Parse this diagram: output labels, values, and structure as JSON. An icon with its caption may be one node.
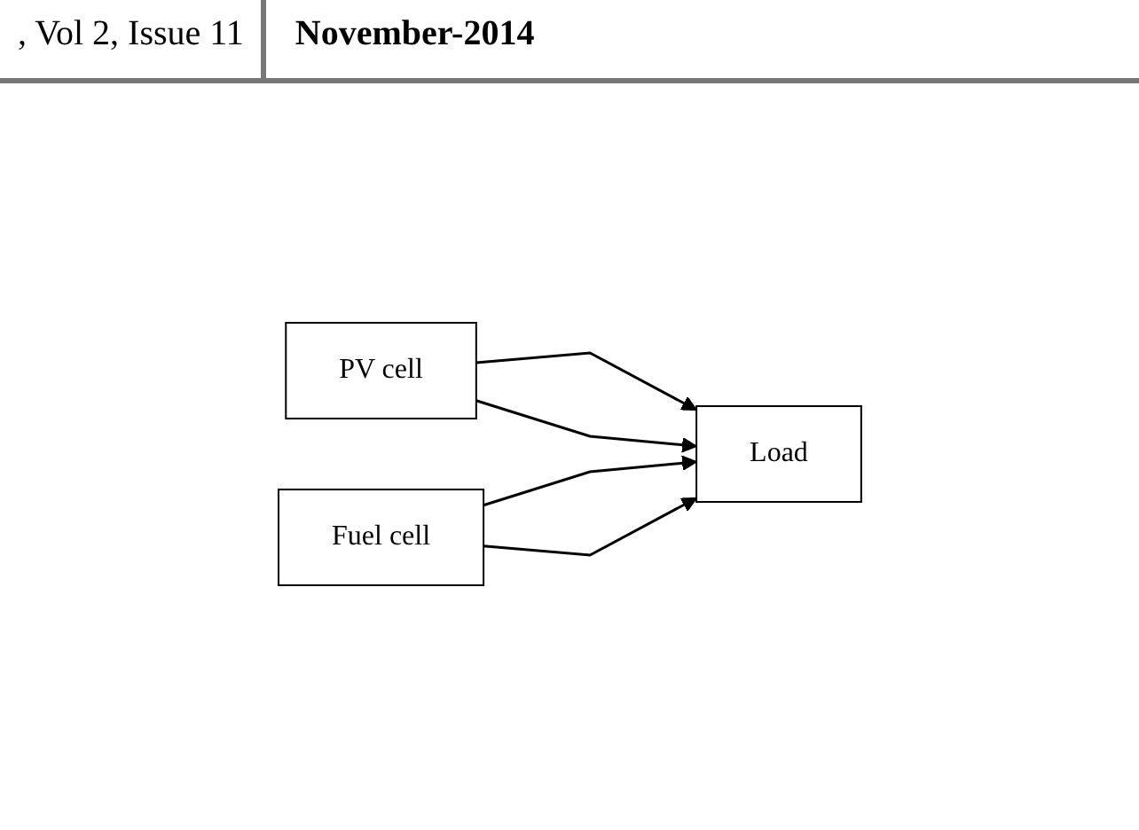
{
  "diagram": {
    "nodes": [
      {
        "text": [
          "PV cell"
        ]
      },
      {
        "text": [
          "Load"
        ]
      },
      {
        "text": [
          "Fuel cell"
        ]
      }
    ],
    "edges": [
      {
        "from": 0,
        "to": 1,
        "arrow": "to"
      },
      {
        "from": 0,
        "to": 1,
        "arrow": "to"
      },
      {
        "from": 2,
        "to": 1,
        "arrow": "to"
      },
      {
        "from": 2,
        "to": 1,
        "arrow": "to"
      }
    ],
    "labels": [
      ", Vol 2, Issue 11",
      "November-2014"
    ]
  }
}
